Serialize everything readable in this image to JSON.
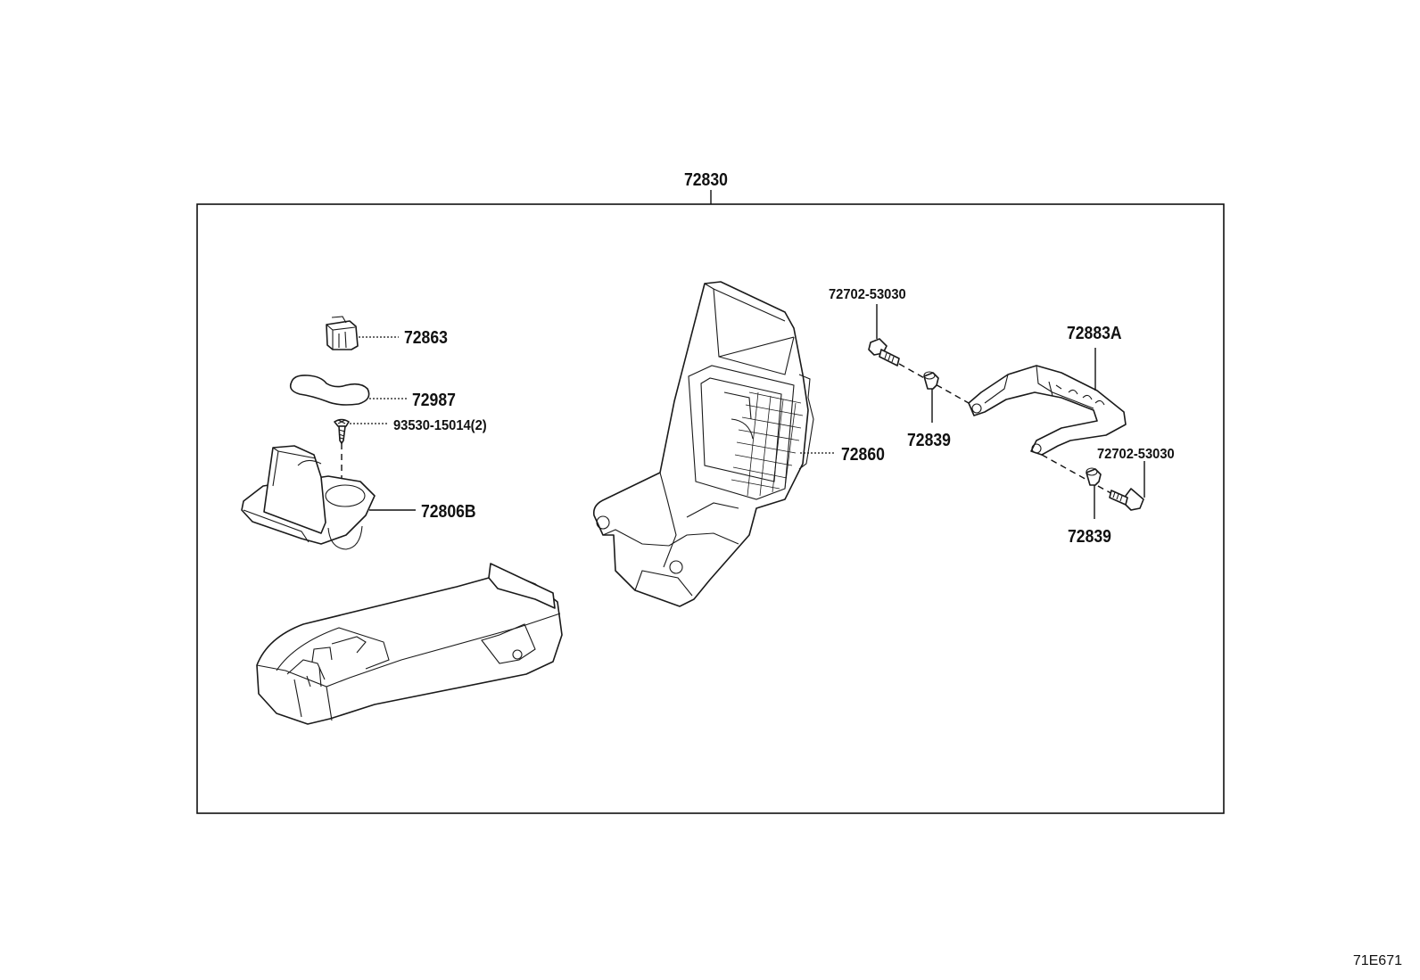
{
  "assembly": {
    "number": "72830"
  },
  "parts": {
    "p72863": "72863",
    "p72987": "72987",
    "p93530": "93530-15014(2)",
    "p72806B": "72806B",
    "p72860": "72860",
    "p72702_a": "72702-53030",
    "p72839_a": "72839",
    "p72883A": "72883A",
    "p72702_b": "72702-53030",
    "p72839_b": "72839"
  },
  "diagram_code": "71E671"
}
